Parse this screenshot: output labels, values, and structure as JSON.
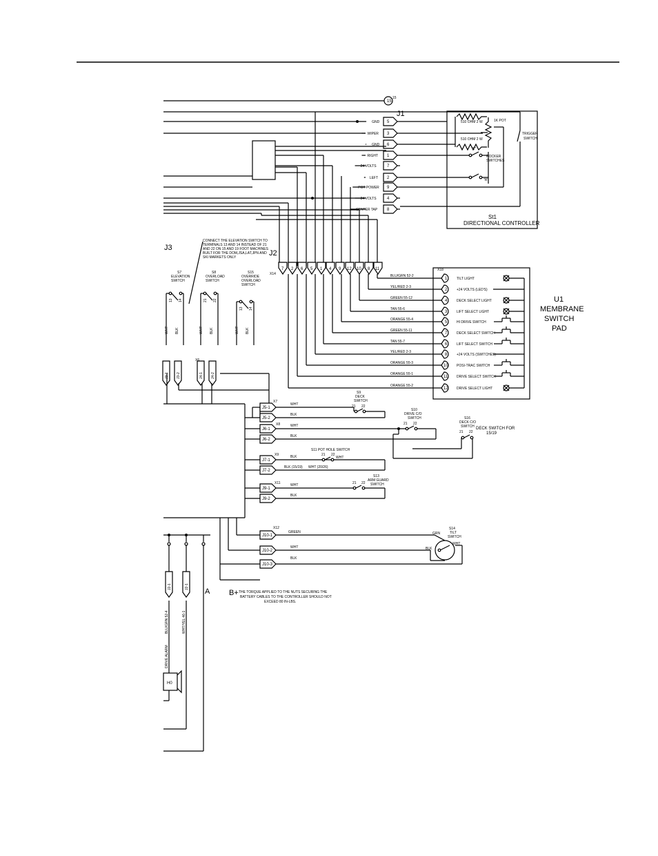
{
  "j1": {
    "label": "J1",
    "top_pin": "15",
    "pins": [
      {
        "name": "GND",
        "num": "5"
      },
      {
        "name": "WIPER",
        "num": "3"
      },
      {
        "name": "GND",
        "num": "6"
      },
      {
        "name": "RIGHT",
        "num": "1"
      },
      {
        "name": "24 VOLTS",
        "num": "7"
      },
      {
        "name": "LEFT",
        "num": "2"
      },
      {
        "name": "POT POWER",
        "num": "9"
      },
      {
        "name": "24 VOLTS",
        "num": "4"
      },
      {
        "name": "CENTER TAP",
        "num": "8"
      }
    ]
  },
  "controller": {
    "res1": "510 OHM 2 W",
    "res2": "510 OHM 2 W",
    "pot": "1K POT",
    "trigger": "TRIGGER SWITCH",
    "rocker": "ROCKER SWITCHES",
    "mark_l": "\"L\"",
    "mark_r": "\"R\"",
    "ref": "St1",
    "name": "DIRECTIONAL CONTROLLER"
  },
  "j2": {
    "label": "J2",
    "conn": "X14",
    "pins": [
      "7",
      "2",
      "6",
      "5",
      "1",
      "4",
      "9",
      "12",
      "10",
      "8",
      "11"
    ]
  },
  "j3": {
    "label": "J3"
  },
  "note_elev": [
    "CONNECT THE ELEVATION SWITCH TO",
    "TERMINALS 13 AND 14 INSTEAD OF 21",
    "AND 22 ON 15 AND 19 FOOT MACHINES",
    "BUILT FOR THE DOM,JSA,LAT,JPN AND",
    "SKI MARKETS ONLY"
  ],
  "switches_top": [
    {
      "ref": "S7",
      "name": [
        "ELEVATION",
        "SWITCH"
      ],
      "t1": "13",
      "t2": "14",
      "w1": "WHT",
      "w2": "BLK",
      "pin1": "J3-1",
      "pin2": "J3-2"
    },
    {
      "ref": "S8",
      "name": [
        "OVERLOAD",
        "SWITCH"
      ],
      "t1": "21",
      "t2": "22",
      "w1": "WHT",
      "w2": "BLK",
      "pin1": "J4-1",
      "pin2": "J4-2"
    },
    {
      "ref": "S15",
      "name": [
        "OVERRIDE",
        "OVERLOAD",
        "SWITCH"
      ],
      "t1": "13",
      "t2": "14",
      "w1": "WHT",
      "w2": "BLK"
    }
  ],
  "x6": "X6",
  "u1": {
    "conn": "X18",
    "title": [
      "U1",
      "MEMBRANE",
      "SWITCH",
      "PAD"
    ],
    "rows": [
      {
        "wire": "BLU/GRN 52-2",
        "pin": "1",
        "label": "TILT LIGHT"
      },
      {
        "wire": "YEL/RED 2-3",
        "pin": "2",
        "label": "+24 VOLTS (LED'S)"
      },
      {
        "wire": "GREEN 55-12",
        "pin": "4",
        "label": "DECK SELECT LIGHT"
      },
      {
        "wire": "TAN 55-6",
        "pin": "3",
        "label": "LIFT SELECT LIGHT"
      },
      {
        "wire": "ORANGE 55-4",
        "pin": "5",
        "label": "HI DRIVE SWITCH"
      },
      {
        "wire": "GREEN 55-11",
        "pin": "7",
        "label": "DECK SELECT SWITCH"
      },
      {
        "wire": "TAN 55-7",
        "pin": "6",
        "label": "LIFT SELECT SWITCH"
      },
      {
        "wire": "YEL/RED 2-3",
        "pin": "8",
        "label": "+24 VOLTS (SWITCHES)"
      },
      {
        "wire": "ORANGE 55-3",
        "pin": "10",
        "label": "POSI-TRAC SWITCH"
      },
      {
        "wire": "ORANGE 55-1",
        "pin": "11",
        "label": "DRIVE SELECT SWITCH"
      },
      {
        "wire": "ORANGE 55-2",
        "pin": "12",
        "label": "DRIVE SELECT LIGHT"
      }
    ]
  },
  "lower": {
    "x7": "X7",
    "x8": "X8",
    "x9": "X9",
    "x11": "X11",
    "x12": "X12",
    "j5_1": "J5-1",
    "j5_2": "J5-2",
    "j6_1": "J6-1",
    "j6_2": "J6-2",
    "j7_1": "J7-1",
    "j7_2": "J7-2",
    "j9_1": "J9-1",
    "j9_2": "J9-2",
    "j10_1": "J10-1",
    "j10_2": "J10-2",
    "j10_3": "J10-3",
    "wht": "WHT",
    "blk": "BLK",
    "green": "GREEN",
    "grn": "GRN",
    "s9": "S9",
    "s9_name": "DECK",
    "s9_name2": "SWITCH",
    "s10": "S10",
    "s10_name": "DRIVE C/O",
    "s10_name2": "SWITCH",
    "s16": "S16",
    "s16_name": "DECK C/O",
    "s16_name2": "SWITCH",
    "deck_note": [
      "DECK SWITCH FOR",
      "15/19"
    ],
    "s11": "S11 POT HOLE SWITCH",
    "blk_15": "BLK (15/19)",
    "wht_20": "WHT (20/26)",
    "s13": "S13",
    "s13_name": "ARM GUARD",
    "s13_name2": "SWITCH",
    "s14": "S14",
    "s14_name": "TILT",
    "s14_name2": "SWITCH",
    "t21": "21",
    "t22": "22"
  },
  "bottom": {
    "j2_1": "J2-1",
    "j2_2": "J2-1",
    "w1": "BLU/GRN 52-4",
    "w2": "WHT/YEL 46-1",
    "alarm": "DRIVE ALARM",
    "h0": "H0",
    "a": "A",
    "bplus": "B+",
    "torque": [
      "THE TORQUE APPLIED TO THE NUTS SECURING THE",
      "BATTERY CABLES TO THE CONTROLLER SHOULD NOT",
      "EXCEED 80 IN-LBS."
    ]
  }
}
